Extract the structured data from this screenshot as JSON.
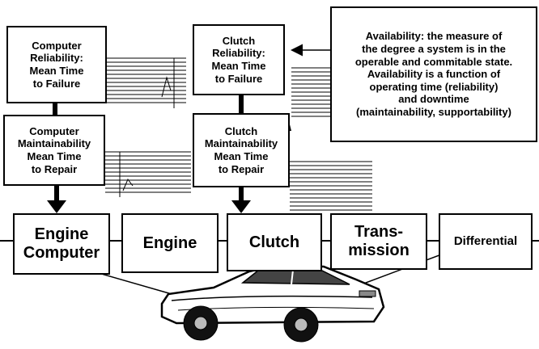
{
  "computer_reliability": "Computer\nReliability:\nMean Time\nto Failure",
  "computer_maintainability": "Computer\nMaintainability\nMean Time\nto Repair",
  "clutch_reliability": "Clutch\nReliability:\nMean Time\nto Failure",
  "clutch_maintainability": "Clutch\nMaintainability\nMean Time\nto Repair",
  "availability_note": "Availability: the measure of\nthe degree a system is in the\noperable and commitable state.\nAvailability is a function of\noperating time (reliability)\nand downtime\n(maintainability, supportability)",
  "chain": {
    "engine_computer": "Engine\nComputer",
    "engine": "Engine",
    "clutch": "Clutch",
    "transmission": "Trans-\nmission",
    "differential": "Differential"
  },
  "car_icon": "sedan-car-illustration"
}
